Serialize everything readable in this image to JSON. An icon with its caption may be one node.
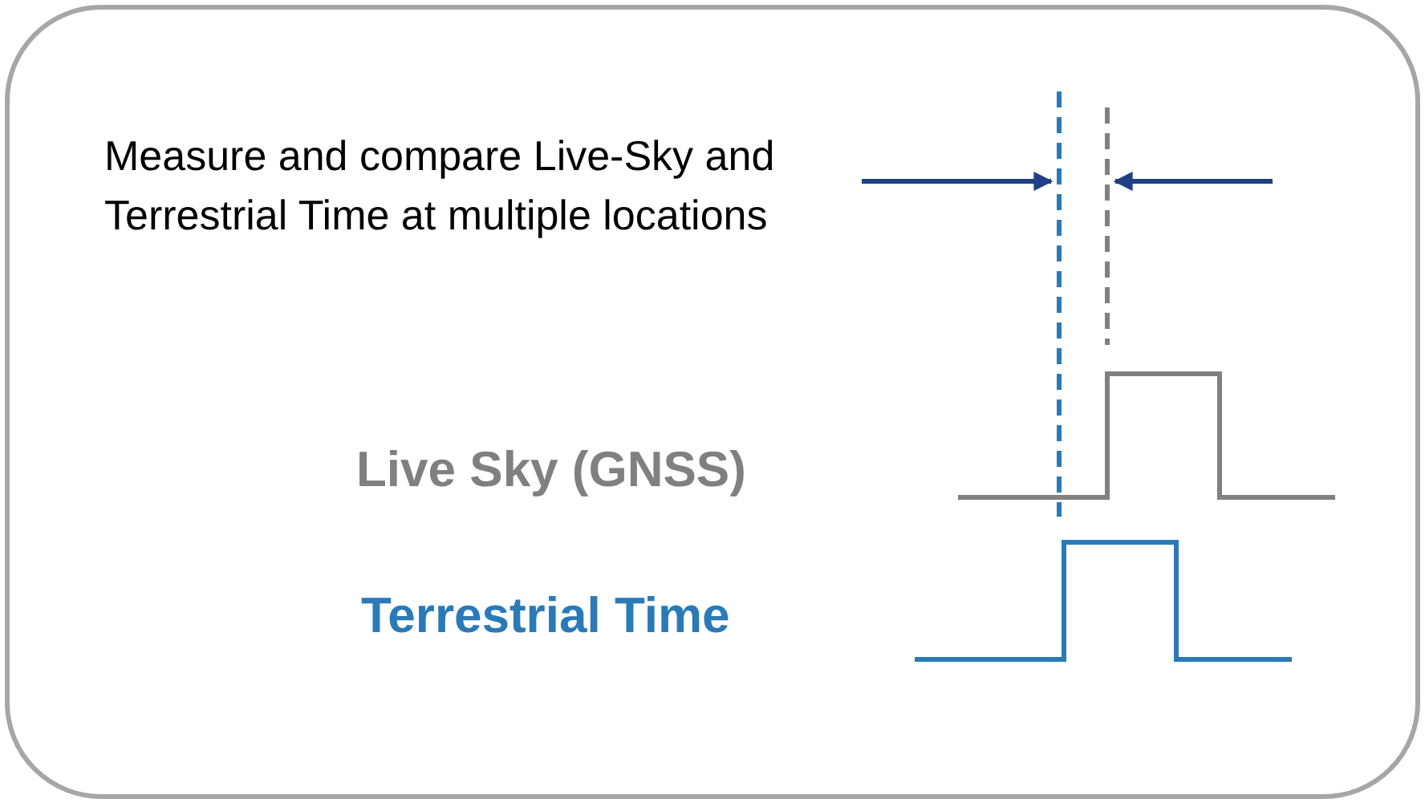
{
  "diagram": {
    "labels": [
      "Measure and compare Live-Sky and Terrestrial Time at multiple locations",
      "Live Sky (GNSS)",
      "Terrestrial Time"
    ]
  }
}
